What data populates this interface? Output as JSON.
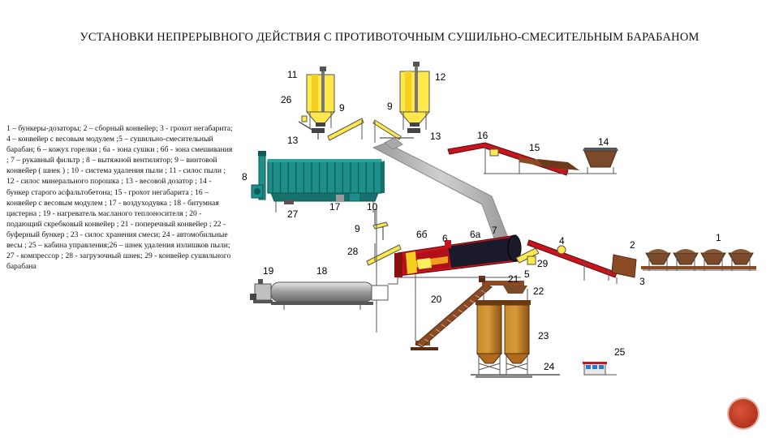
{
  "title": "УСТАНОВКИ НЕПРЕРЫВНОГО ДЕЙСТВИЯ С ПРОТИВОТОЧНЫМ СУШИЛЬНО-СМЕСИТЕЛЬНЫМ БАРАБАНОМ",
  "legend": "1 – бункеры-дозаторы; 2 – сборный конвейер; 3 - грохот негабарита; 4 – конвейер с весовым модулем ;5 – сушильно-смесительный барабан; 6 – кожух горелки ; 6а - зона сушки ; 6б - зона смешивания ; 7 – рукавный фильтр ; 8 – вытяжной вентилятор; 9 – винтовой конвейер ( шнек ) ; 10 - система удаления пыли ; 11 - силос пыли ; 12 - силос минерального порошка ; 13 - весовой дозатор ; 14 - бункер старого асфальтобетона; 15 - грохот негабарита ; 16 – конвейер с весовым модулем ; 17 - воздуходувка ; 18 - битумная цистерна ;          19 - нагреватель масланого теплоносителя ; 20 - подающий скребковый конвейер ; 21 - поперечный конвейер ; 22 - буферный бункер ; 23 - силос хранения смеси; 24 - автомобильные весы ; 25 – кабина управления;26 – шнек удаления излишков пыли; 27 - компрессор ; 28 - загрузочный шнек; 29 - конвейер сушильного барабана",
  "labels": {
    "n1": "1",
    "n2": "2",
    "n3": "3",
    "n4": "4",
    "n5": "5",
    "n6": "6",
    "n6a": "6а",
    "n6b": "6б",
    "n7": "7",
    "n8": "8",
    "n9a": "9",
    "n9b": "9",
    "n9c": "9",
    "n10": "10",
    "n11": "11",
    "n12": "12",
    "n13a": "13",
    "n13b": "13",
    "n14": "14",
    "n15": "15",
    "n16": "16",
    "n17": "17",
    "n18": "18",
    "n19": "19",
    "n20": "20",
    "n21": "21",
    "n22": "22",
    "n23": "23",
    "n24": "24",
    "n25": "25",
    "n26": "26",
    "n27": "27",
    "n28": "28",
    "n29": "29"
  },
  "colors": {
    "silo_yellow": "#ffe84a",
    "filter_teal": "#1e8f88",
    "drum_red": "#c8141e",
    "drum_dark": "#1a1a2a",
    "flame_orange": "#f0a020",
    "silo_brown": "#b06a1e",
    "pipe_gray": "#b4b4b4",
    "conveyor_brown": "#8a4a24",
    "hopper_brown": "#7a4a2a"
  }
}
